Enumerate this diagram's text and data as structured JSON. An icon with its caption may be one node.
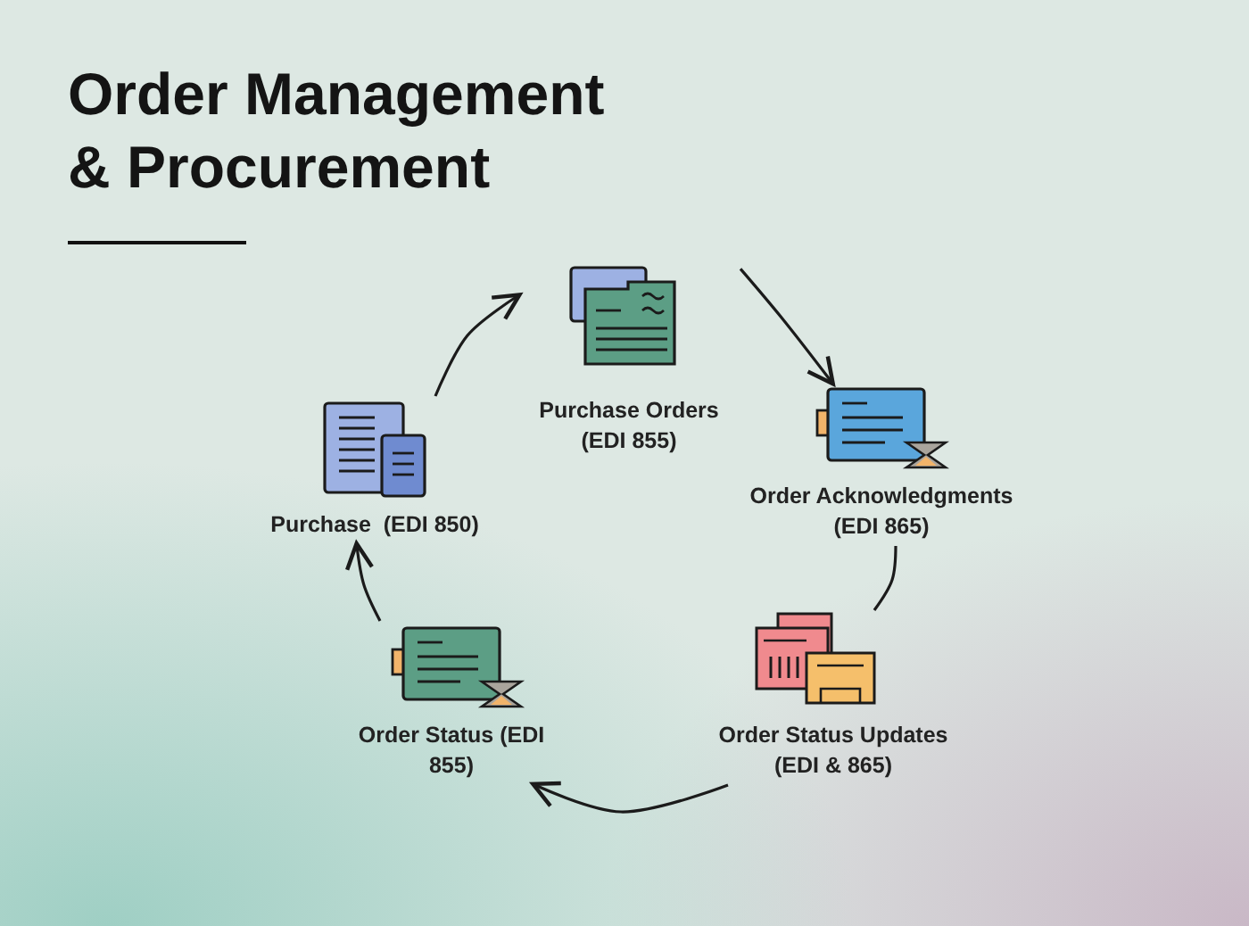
{
  "diagram": {
    "title": "Order Management & Procurement",
    "nodes": [
      {
        "text": [
          "Purchase Orders (EDI 855)"
        ]
      },
      {
        "text": [
          "Purchase  (EDI 850)"
        ]
      },
      {
        "text": [
          "Order Acknowledgments (EDI 865)"
        ]
      },
      {
        "text": [
          "Order Status (EDI 855)"
        ]
      },
      {
        "text": [
          "Order Status Updates (EDI & 865)"
        ]
      }
    ],
    "edges": [
      {
        "from": 1,
        "to": 0,
        "arrow": "to"
      },
      {
        "from": 0,
        "to": 2,
        "arrow": "to"
      },
      {
        "from": 2,
        "to": 4,
        "arrow": "none"
      },
      {
        "from": 4,
        "to": 3,
        "arrow": "to"
      },
      {
        "from": 3,
        "to": 1,
        "arrow": "to"
      }
    ]
  }
}
